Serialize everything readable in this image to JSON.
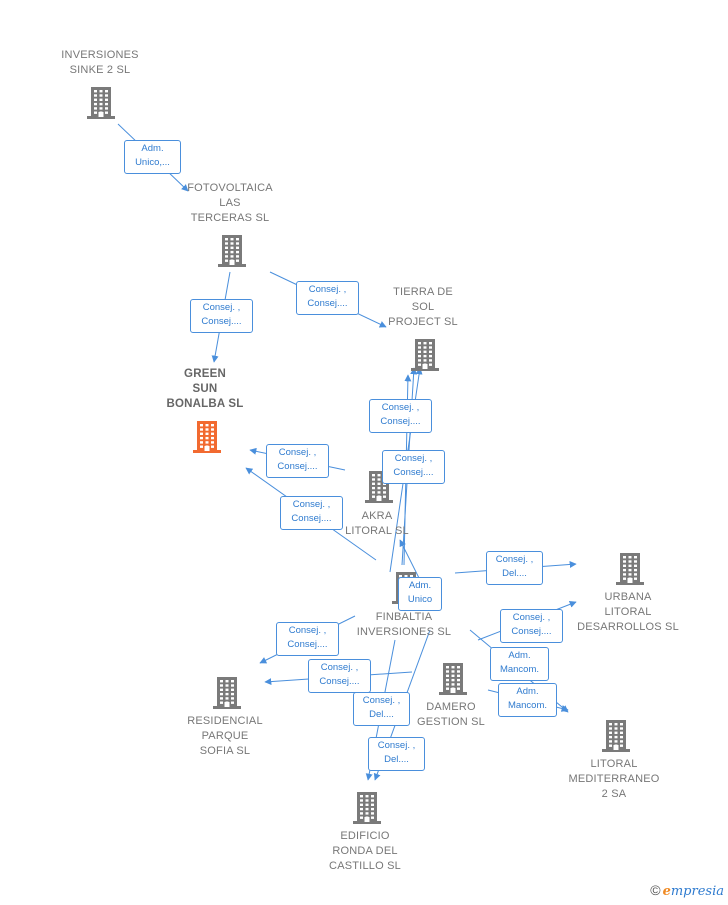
{
  "colors": {
    "edge": "#4a8fdc",
    "node": "#7a7a7a",
    "focus": "#f26a30"
  },
  "nodes": [
    {
      "id": "inversiones",
      "label": "INVERSIONES\nSINKE 2 SL",
      "main": false
    },
    {
      "id": "fotovoltaica",
      "label": "FOTOVOLTAICA\nLAS\nTERCERAS SL",
      "main": false
    },
    {
      "id": "green",
      "label": "GREEN\nSUN\nBONALBA SL",
      "main": true
    },
    {
      "id": "tierra",
      "label": "TIERRA DE\nSOL\nPROJECT SL",
      "main": false
    },
    {
      "id": "akra",
      "label": "AKRA\nLITORAL SL",
      "main": false
    },
    {
      "id": "finbaltia",
      "label": "FINBALTIA\nINVERSIONES SL",
      "main": false
    },
    {
      "id": "urbana",
      "label": "URBANA\nLITORAL\nDESARROLLOS SL",
      "main": false
    },
    {
      "id": "residencial",
      "label": "RESIDENCIAL\nPARQUE\nSOFIA SL",
      "main": false
    },
    {
      "id": "damero",
      "label": "DAMERO\nGESTION SL",
      "main": false
    },
    {
      "id": "litoral",
      "label": "LITORAL\nMEDITERRANEO\n2 SA",
      "main": false
    },
    {
      "id": "edificio",
      "label": "EDIFICIO\nRONDA DEL\nCASTILLO SL",
      "main": false
    }
  ],
  "relations": [
    {
      "id": "r1",
      "text": "Adm.\nUnico,..."
    },
    {
      "id": "r2",
      "text": "Consej. ,\nConsej...."
    },
    {
      "id": "r3",
      "text": "Consej. ,\nConsej...."
    },
    {
      "id": "r4",
      "text": "Consej. ,\nConsej...."
    },
    {
      "id": "r5",
      "text": "Consej. ,\nConsej...."
    },
    {
      "id": "r6",
      "text": "Consej. ,\nConsej...."
    },
    {
      "id": "r7",
      "text": "Consej. ,\nConsej...."
    },
    {
      "id": "r8",
      "text": "Consej. ,\nDel...."
    },
    {
      "id": "r9",
      "text": "Adm.\nUnico"
    },
    {
      "id": "r10",
      "text": "Consej. ,\nConsej...."
    },
    {
      "id": "r11",
      "text": "Adm.\nMancom."
    },
    {
      "id": "r12",
      "text": "Adm.\nMancom."
    },
    {
      "id": "r13",
      "text": "Consej. ,\nConsej...."
    },
    {
      "id": "r14",
      "text": "Consej. ,\nConsej...."
    },
    {
      "id": "r15",
      "text": "Consej. ,\nDel...."
    },
    {
      "id": "r16",
      "text": "Consej. ,\nDel...."
    }
  ],
  "footer": {
    "copyright": "©",
    "brand_initial": "e",
    "brand_rest": "mpresia"
  }
}
